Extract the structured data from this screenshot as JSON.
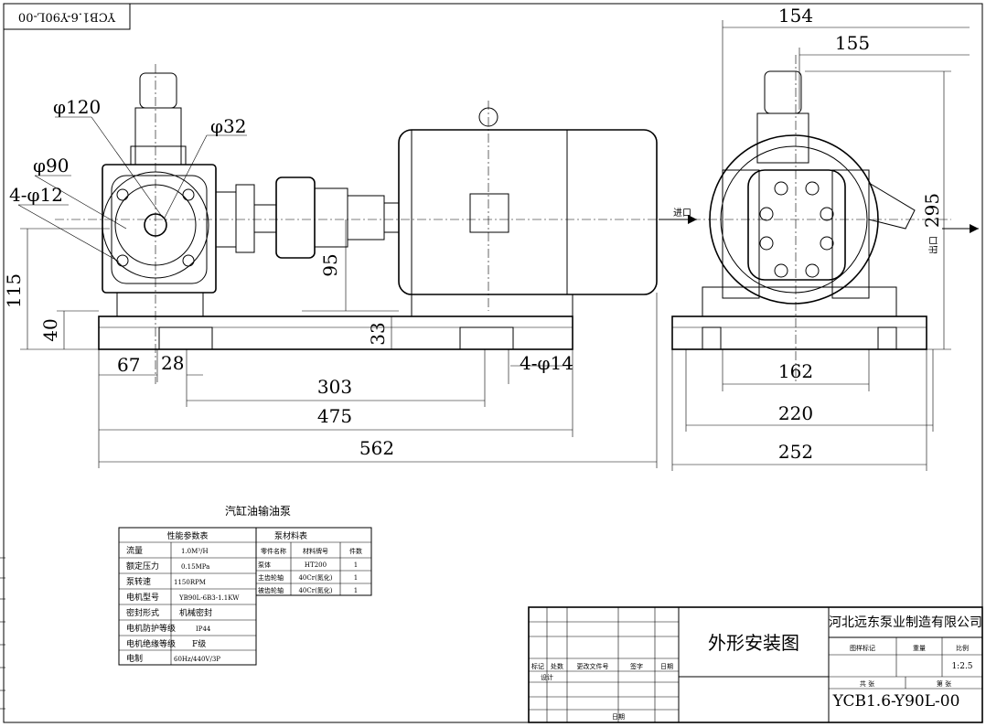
{
  "drawing": {
    "stamp_top_left": "YCB1.6-Y90L-00",
    "pump_name": "汽缸油输油泵",
    "inlet_label": "进口",
    "outlet_label": "出口"
  },
  "dimensions": {
    "phi120": "φ120",
    "phi32": "φ32",
    "phi90": "φ90",
    "phi12": "4-φ12",
    "d115": "115",
    "d40": "40",
    "d95": "95",
    "d33": "33",
    "d67": "67",
    "d28": "28",
    "phi14": "4-φ14",
    "d303": "303",
    "d475": "475",
    "d562": "562",
    "d154": "154",
    "d155": "155",
    "d295": "295",
    "d162": "162",
    "d220": "220",
    "d252": "252"
  },
  "performance_table": {
    "title": "性能参数表",
    "rows": [
      {
        "label": "流量",
        "value": "1.0M³/H"
      },
      {
        "label": "额定压力",
        "value": "0.15MPa"
      },
      {
        "label": "泵转速",
        "value": "1150RPM"
      },
      {
        "label": "电机型号",
        "value": "YB90L-6B3-1.1KW"
      },
      {
        "label": "密封形式",
        "value": "机械密封"
      },
      {
        "label": "电机防护等级",
        "value": "IP44"
      },
      {
        "label": "电机绝缘等级",
        "value": "F级"
      },
      {
        "label": "电制",
        "value": "60Hz/440V/3P"
      }
    ]
  },
  "material_table": {
    "title": "泵材料表",
    "headers": [
      "零件名称",
      "材料牌号",
      "件数"
    ],
    "rows": [
      [
        "泵体",
        "HT200",
        "1"
      ],
      [
        "主齿轮轴",
        "40Cr(氮化)",
        "1"
      ],
      [
        "被齿轮轴",
        "40Cr(氮化)",
        "1"
      ]
    ]
  },
  "title_block": {
    "company": "河北远东泵业制造有限公司",
    "drawing_title": "外形安装图",
    "drawing_number": "YCB1.6-Y90L-00",
    "scale": "1:2.5",
    "col_stage": "图样标记",
    "col_weight": "重量",
    "col_scale": "比例",
    "total_sheets": "共 张",
    "sheet_no": "第 张",
    "rev_mark": "标记",
    "rev_count": "处数",
    "rev_doc": "更改文件号",
    "rev_sign": "签字",
    "rev_date": "日期",
    "designer": "设计",
    "date": "日期"
  }
}
